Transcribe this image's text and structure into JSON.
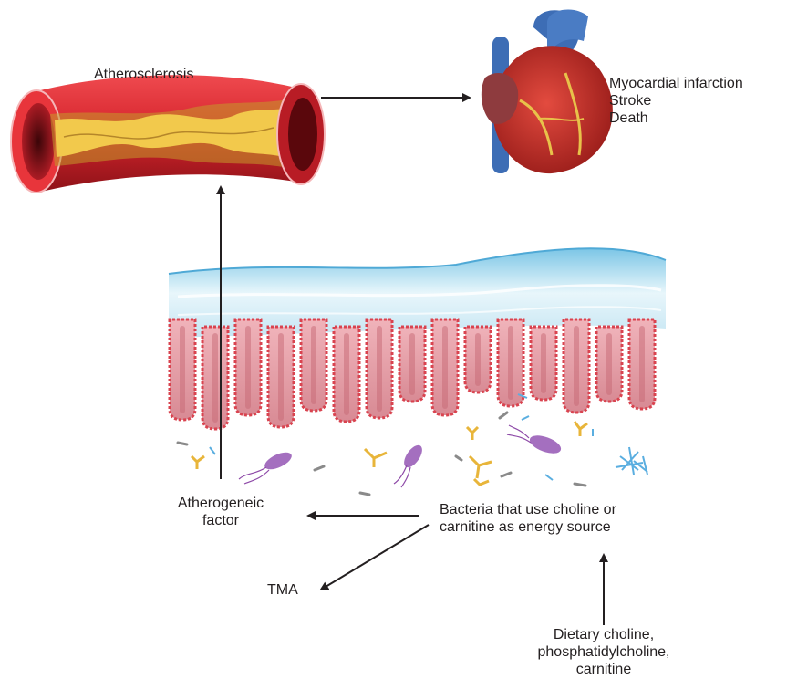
{
  "labels": {
    "atherosclerosis": "Atherosclerosis",
    "outcomes": [
      "Myocardial infarction",
      "Stroke",
      "Death"
    ],
    "atherogenic_factor": [
      "Atherogeneic",
      "factor"
    ],
    "bacteria": [
      "Bacteria that use choline or",
      "carnitine as energy source"
    ],
    "tma": "TMA",
    "dietary": [
      "Dietary choline,",
      "phosphatidylcholine,",
      "carnitine"
    ]
  },
  "colors": {
    "artery_red": "#d7262e",
    "plaque_yellow": "#f2c94c",
    "villus_pink": "#e9a3ac",
    "mucus_blue": "#bfe3f2",
    "bacteria_purple": "#a46fbf",
    "arrow": "#231f20"
  }
}
